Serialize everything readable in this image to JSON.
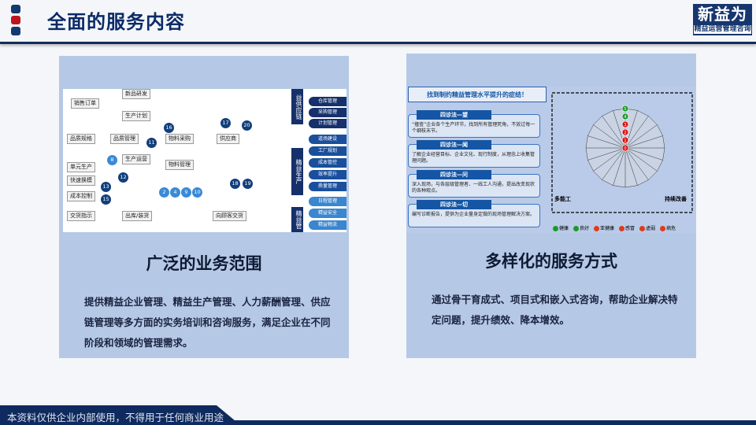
{
  "header": {
    "title": "全面的服务内容",
    "logo_main": "新益为",
    "logo_sub": "精益运营管理咨询"
  },
  "cards": [
    {
      "title": "广泛的业务范围",
      "body": "提供精益企业管理、精益生产管理、人力薪酬管理、供应链管理等多方面的实务培训和咨询服务，满足企业在不同阶段和领域的管理需求。",
      "diagram": {
        "boxes": [
          "销售订单",
          "新品研发",
          "生产计划",
          "品质规格",
          "品质管理",
          "生产运营",
          "物料采购",
          "供应商",
          "物料管理",
          "单元生产",
          "快速换模",
          "成本控制",
          "交货指示",
          "出库/装货",
          "向顾客交货"
        ],
        "side_groups": [
          "益供应链",
          "精益生产",
          "精益管"
        ],
        "side_items": [
          "仓库管理",
          "采购管理",
          "计划管理",
          "道场建设",
          "工厂规划",
          "成本管控",
          "效率提升",
          "质量管理",
          "日程管理",
          "精益安全",
          "精益物流"
        ]
      }
    },
    {
      "title": "多样化的服务方式",
      "body": "通过骨干育成式、项目式和嵌入式咨询，帮助企业解决特定问题，提升绩效、降本增效。",
      "diagram": {
        "headline": "找到制约精益管理水平提升的症结！",
        "methods": [
          {
            "t": "四诊法—望",
            "d": "“撞查”企业各个生产环节，找到所有管理死角，不放过每一个细枝末节。"
          },
          {
            "t": "四诊法—闻",
            "d": "了解企业经营目标、企业文化、现行制度，从理念上收集管理问题。"
          },
          {
            "t": "四诊法—问",
            "d": "深入现场，与各层级管理者、一线工人沟通，提出改变现状的各种观点。"
          },
          {
            "t": "四诊法—切",
            "d": "编写诊断报告，提供为企业量身定做的现场管理解决方案。"
          }
        ],
        "legend": [
          "健康",
          "良好",
          "亚健康",
          "感冒",
          "虚弱",
          "病危"
        ],
        "corner_labels": [
          "多能工",
          "持续改善"
        ]
      }
    }
  ],
  "footer": {
    "text": "本资料仅供企业内部使用，不得用于任何商业用途"
  }
}
